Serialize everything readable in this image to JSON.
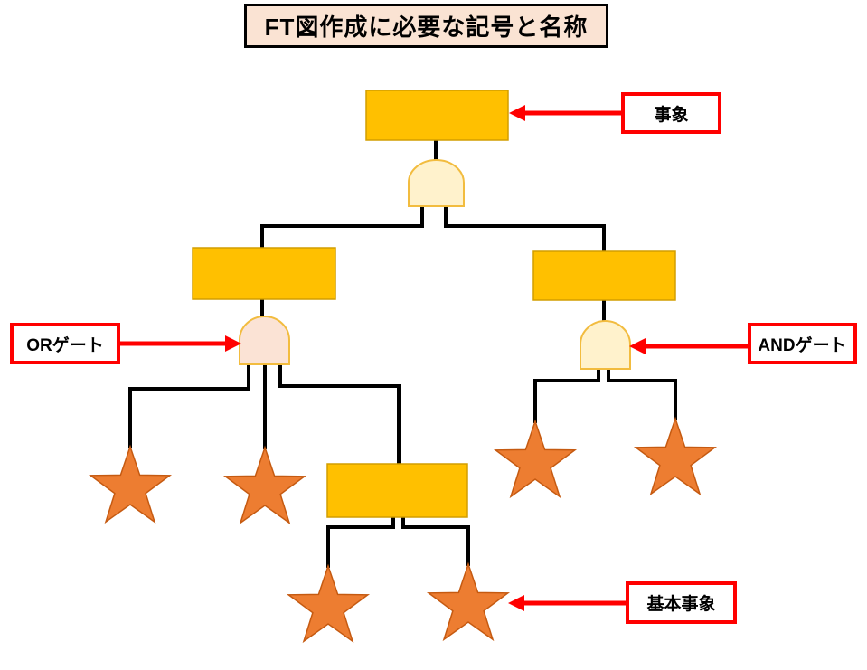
{
  "title": {
    "text": "FT図作成に必要な記号と名称"
  },
  "callouts": {
    "event": {
      "label": "事象",
      "points_to": "top-event-rectangle"
    },
    "or_gate": {
      "label": "ORゲート",
      "points_to": "or-gate-symbol"
    },
    "and_gate": {
      "label": "ANDゲート",
      "points_to": "right-and-gate-symbol"
    },
    "basic_event": {
      "label": "基本事象",
      "points_to": "basic-event-star"
    }
  },
  "diagram": {
    "type": "fault-tree-legend",
    "node_counts": {
      "event_rectangles": 4,
      "and_gates": 2,
      "or_gates": 1,
      "basic_event_stars": 6
    },
    "structure": "top event -> AND gate -> (left event -> OR gate -> [star, star, middle event -> [star, star]]), (right event -> AND gate -> [star, star])"
  },
  "colors": {
    "background": "#FFFFFF",
    "event_box_fill": "#FFC000",
    "event_box_border": "#D29E00",
    "and_gate_fill": "#FFF2CC",
    "or_gate_fill": "#FBE3D5",
    "gate_border": "#F2BC3F",
    "star_fill": "#ED7D31",
    "star_border": "#C55A11",
    "connector_line": "#000000",
    "arrow_and_callout_border": "#FF0000",
    "title_box_fill": "#FAE3D3",
    "title_box_border": "#000000",
    "text": "#000000"
  }
}
